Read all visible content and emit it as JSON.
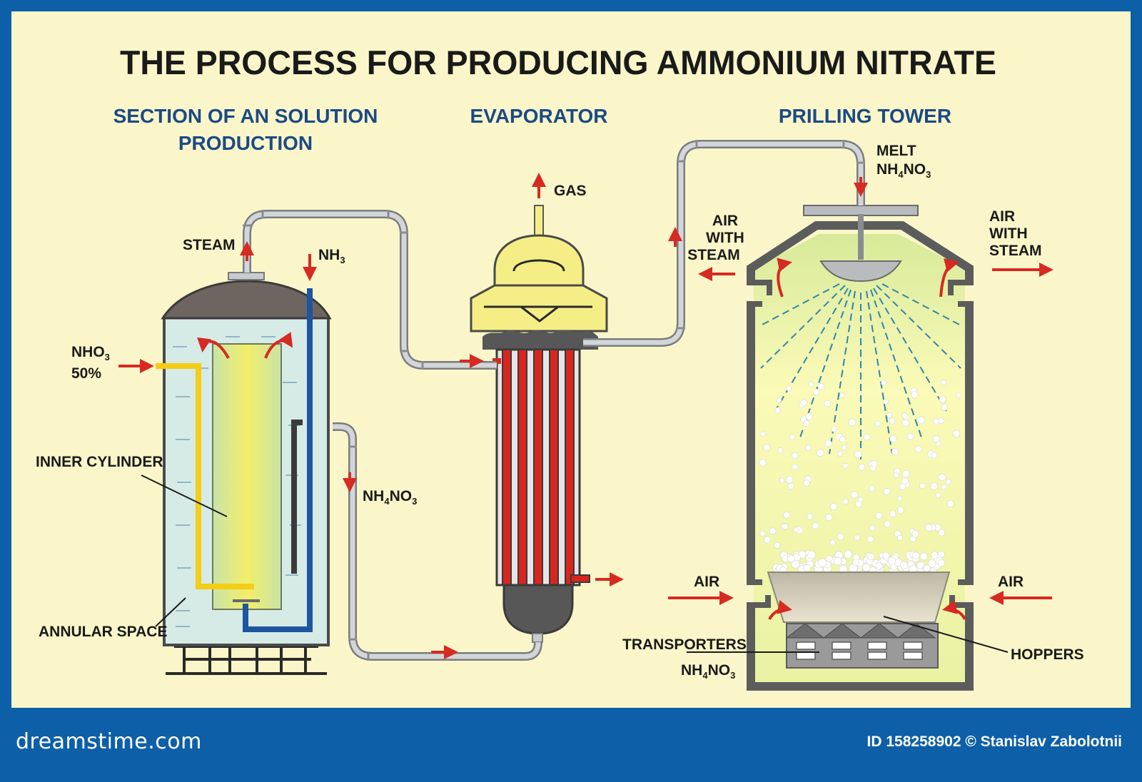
{
  "title": "THE PROCESS FOR PRODUCING AMMONIUM NITRATE",
  "sections": {
    "solution_line1": "SECTION OF AN SOLUTION",
    "solution_line2": "PRODUCTION",
    "evaporator": "EVAPORATOR",
    "prilling_tower": "PRILLING TOWER"
  },
  "labels": {
    "steam": "STEAM",
    "nh3": "NH",
    "nh3_sub": "3",
    "nho3": "NHO",
    "nho3_sub": "3",
    "nho3_pct": "50%",
    "inner_cylinder": "INNER CYLINDER",
    "annular_space": "ANNULAR SPACE",
    "nh4no3_a": "NH",
    "nh4no3_b": "4",
    "nh4no3_c": "NO",
    "nh4no3_d": "3",
    "gas": "GAS",
    "melt": "MELT",
    "air_with_steam_1": "AIR",
    "air_with_steam_2": "WITH",
    "air_with_steam_3": "STEAM",
    "air": "AIR",
    "transporters": "TRANSPORTERS",
    "hoppers": "HOPPERS"
  },
  "footer": {
    "brand": "dreamstime.com",
    "credit": "ID 158258902 © Stanislav Zabolotnii"
  },
  "colors": {
    "background": "#fbf6c9",
    "frame": "#0d5fa8",
    "header_text": "#1b4a86",
    "arrow": "#d62a22",
    "pipe": "#c9cccf",
    "tube_red": "#d8261e"
  }
}
